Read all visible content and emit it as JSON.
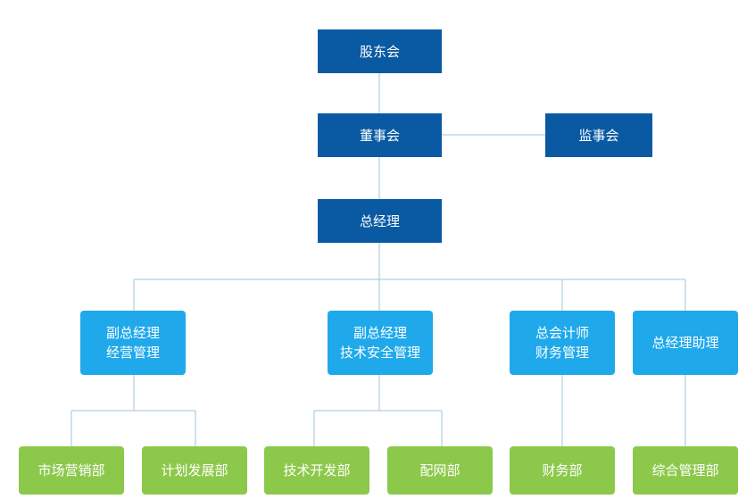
{
  "nodes": {
    "shareholders": "股东会",
    "board": "董事会",
    "supervisors": "监事会",
    "gm": "总经理",
    "vp_ops": [
      "副总经理",
      "经营管理"
    ],
    "vp_tech": [
      "副总经理",
      "技术安全管理"
    ],
    "cfo": [
      "总会计师",
      "财务管理"
    ],
    "gm_assistant": "总经理助理",
    "marketing": "市场营销部",
    "planning": "计划发展部",
    "tech_dev": "技术开发部",
    "distribution": "配网部",
    "finance": "财务部",
    "admin": "综合管理部"
  },
  "colors": {
    "top_level": "#0a5aa3",
    "mid_level": "#1fa9eb",
    "department": "#8cc94b",
    "connector": "#9cc6de"
  }
}
